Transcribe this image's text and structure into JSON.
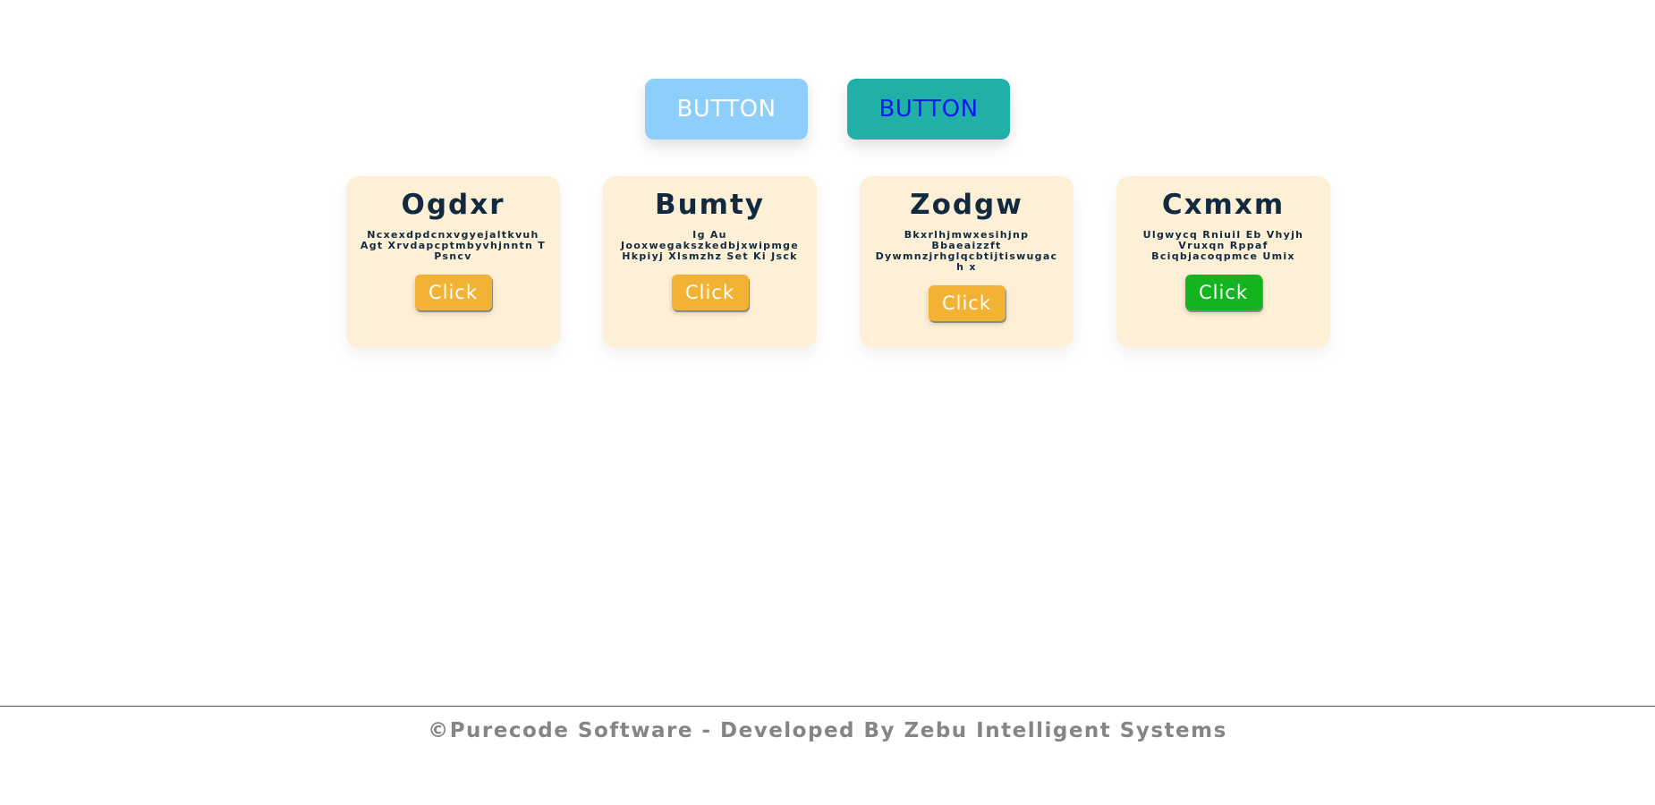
{
  "top_buttons": [
    {
      "label": "BUTTON"
    },
    {
      "label": "BUTTON"
    }
  ],
  "cards": [
    {
      "title": "Ogdxr",
      "text": "Ncxexdpdcnxvgyejaltkvuh Agt Xrvdapcptmbyvhjnntn T Psncv",
      "button_label": "Click",
      "button_color": "#f2b233"
    },
    {
      "title": "Bumty",
      "text": "Ig Au Jooxwegakszkedbjxwipmge Hkpiyj Xlsmzhz Set Ki Jsck",
      "button_label": "Click",
      "button_color": "#f2b233"
    },
    {
      "title": "Zodgw",
      "text": "Bkxrlhjmwxesihjnp Bbaeaizzft Dywmnzjrhglqcbtijtiswugach x",
      "button_label": "Click",
      "button_color": "#f2b233"
    },
    {
      "title": "Cxmxm",
      "text": "Ulgwycq Rniuil Eb Vhyjh Vruxqn Rppaf Bciqbjacoqpmce Umix",
      "button_label": "Click",
      "button_color": "#13b41f"
    }
  ],
  "footer": {
    "text": "©Purecode Software - Developed By Zebu Intelligent Systems"
  },
  "colors": {
    "card_background": "#fdf0d6",
    "title_color": "#122a3f",
    "button_light": "#8ecefb",
    "button_teal": "#21b0a8"
  }
}
